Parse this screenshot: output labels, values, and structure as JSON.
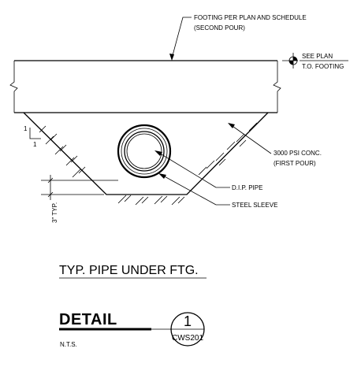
{
  "notes": {
    "footing_line1": "FOOTING PER PLAN AND SCHEDULE",
    "footing_line2": "(SECOND POUR)",
    "see_plan": "SEE PLAN",
    "to_footing": "T.O. FOOTING",
    "conc_line1": "3000 PSI CONC.",
    "conc_line2": "(FIRST POUR)",
    "dip_pipe": "D.I.P. PIPE",
    "steel_sleeve": "STEEL SLEEVE",
    "slope_rise": "1",
    "slope_run": "1",
    "typ_dim": "3\" TYP."
  },
  "title": {
    "main": "TYP. PIPE UNDER FTG.",
    "detail": "DETAIL",
    "scale": "N.T.S."
  },
  "bubble": {
    "number": "1",
    "sheet": "CWS201"
  },
  "colors": {
    "ink": "#000000",
    "paper": "#ffffff"
  }
}
